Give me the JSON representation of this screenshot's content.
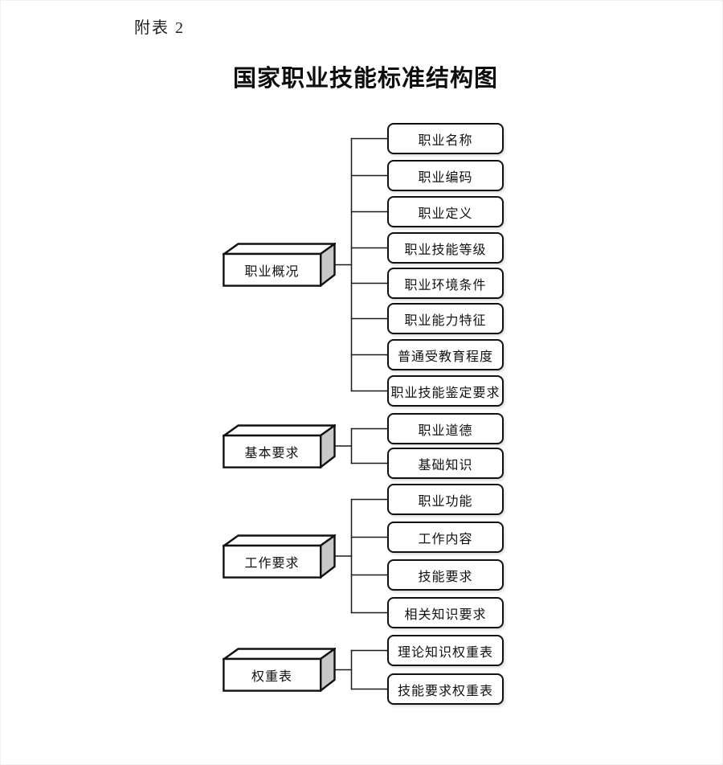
{
  "page": {
    "header_label": "附表 2",
    "title": "国家职业技能标准结构图"
  },
  "colors": {
    "line": "#1a1a1a",
    "node_border": "#111111",
    "node_fill": "#ffffff",
    "side_face_fill": "#c8c8c8",
    "top_face_fill": "#ffffff",
    "text": "#111111"
  },
  "diagram": {
    "groups": [
      {
        "parent": "职业概况",
        "children": [
          "职业名称",
          "职业编码",
          "职业定义",
          "职业技能等级",
          "职业环境条件",
          "职业能力特征",
          "普通受教育程度",
          "职业技能鉴定要求"
        ]
      },
      {
        "parent": "基本要求",
        "children": [
          "职业道德",
          "基础知识"
        ]
      },
      {
        "parent": "工作要求",
        "children": [
          "职业功能",
          "工作内容",
          "技能要求",
          "相关知识要求"
        ]
      },
      {
        "parent": "权重表",
        "children": [
          "理论知识权重表",
          "技能要求权重表"
        ]
      }
    ]
  }
}
